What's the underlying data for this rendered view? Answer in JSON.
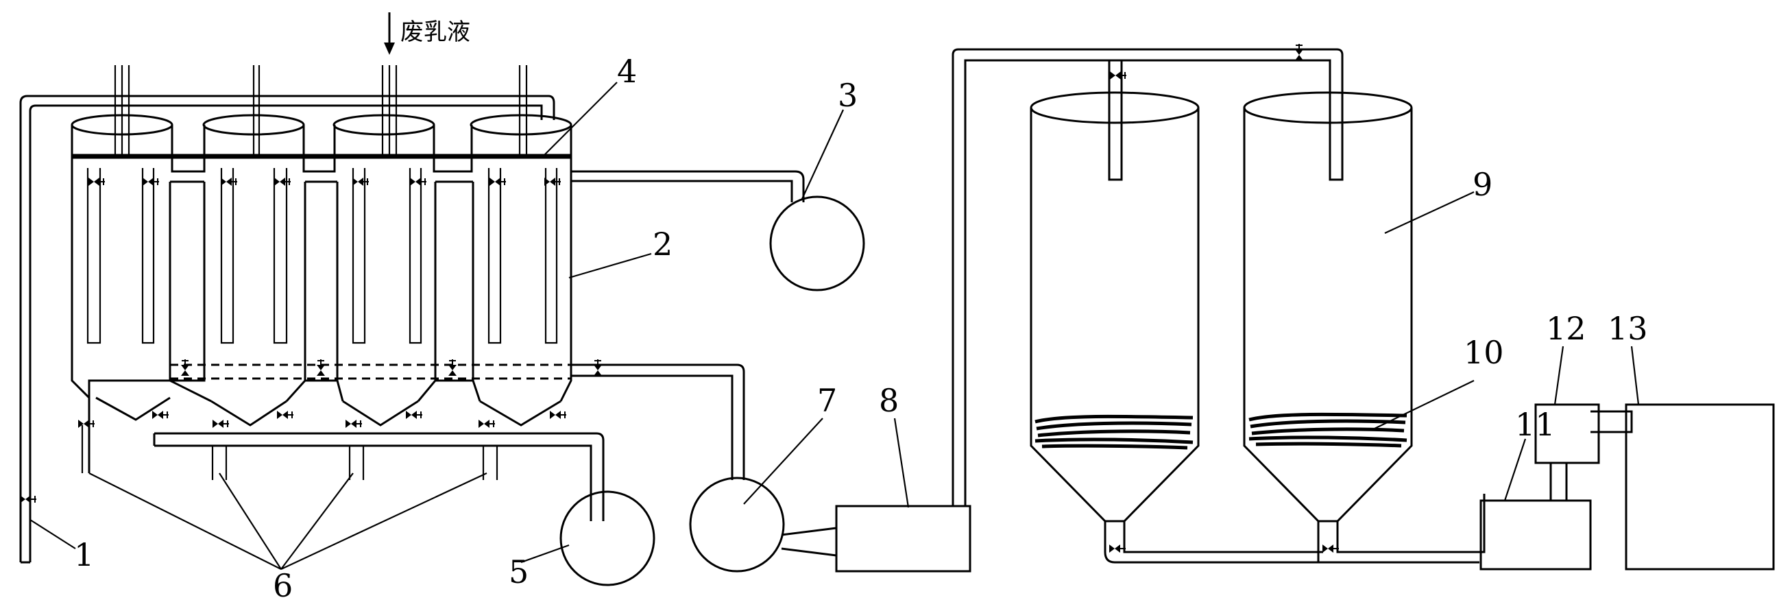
{
  "diagram": {
    "inlet_label": "废乳液",
    "labels": {
      "n1": "1",
      "n2": "2",
      "n3": "3",
      "n4": "4",
      "n5": "5",
      "n6": "6",
      "n7": "7",
      "n8": "8",
      "n9": "9",
      "n10": "10",
      "n11": "11",
      "n12": "12",
      "n13": "13"
    }
  }
}
